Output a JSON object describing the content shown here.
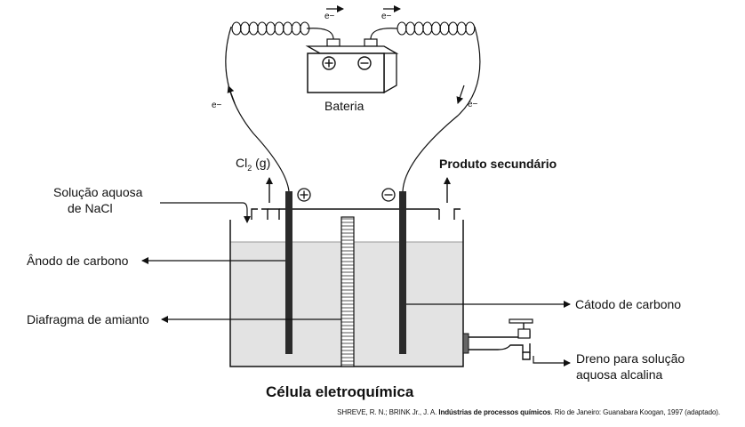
{
  "labels": {
    "battery": "Bateria",
    "electron": "e−",
    "chlorine": "Cl",
    "chlorine_sub": "2",
    "chlorine_state": " (g)",
    "byproduct": "Produto secundário",
    "solution_line1": "Solução aquosa",
    "solution_line2": "de NaCl",
    "anode": "Ânodo de carbono",
    "diaphragm": "Diafragma de amianto",
    "cathode": "Cátodo de carbono",
    "drain_line1": "Dreno para solução",
    "drain_line2": "aquosa alcalina",
    "title": "Célula eletroquímica",
    "plus": "+",
    "minus": "−"
  },
  "citation": {
    "authors": "SHREVE, R. N.; BRINK Jr., J. A. ",
    "book": "Indústrias de processos químicos",
    "rest": ". Rio de Janeiro: Guanabara Koogan, 1997 (adaptado)."
  },
  "colors": {
    "ink": "#111111",
    "liquid": "#e3e3e3",
    "electrode": "#2b2b2b",
    "battery_fill": "#ffffff"
  }
}
